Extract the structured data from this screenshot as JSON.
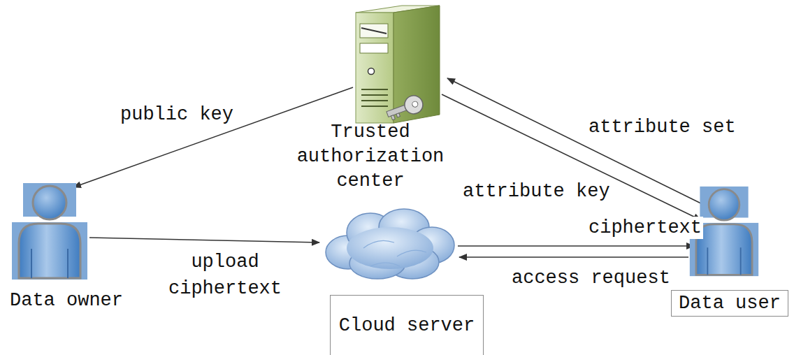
{
  "diagram": {
    "nodes": [
      {
        "text": [
          "Trusted authorization center"
        ]
      },
      {
        "text": [
          "Data owner"
        ]
      },
      {
        "text": [
          "Cloud server"
        ]
      },
      {
        "text": [
          "Data user"
        ]
      }
    ],
    "edges": [
      {
        "from": 0,
        "to": 1,
        "label": "public key",
        "arrow": "to"
      },
      {
        "from": 1,
        "to": 2,
        "label": "upload ciphertext",
        "arrow": "to"
      },
      {
        "from": 3,
        "to": 0,
        "label": "attribute set",
        "arrow": "to"
      },
      {
        "from": 0,
        "to": 3,
        "label": "attribute key",
        "arrow": "to"
      },
      {
        "from": 2,
        "to": 3,
        "label": "ciphertext",
        "arrow": "to"
      },
      {
        "from": 3,
        "to": 2,
        "label": "access request",
        "arrow": "to"
      }
    ]
  }
}
